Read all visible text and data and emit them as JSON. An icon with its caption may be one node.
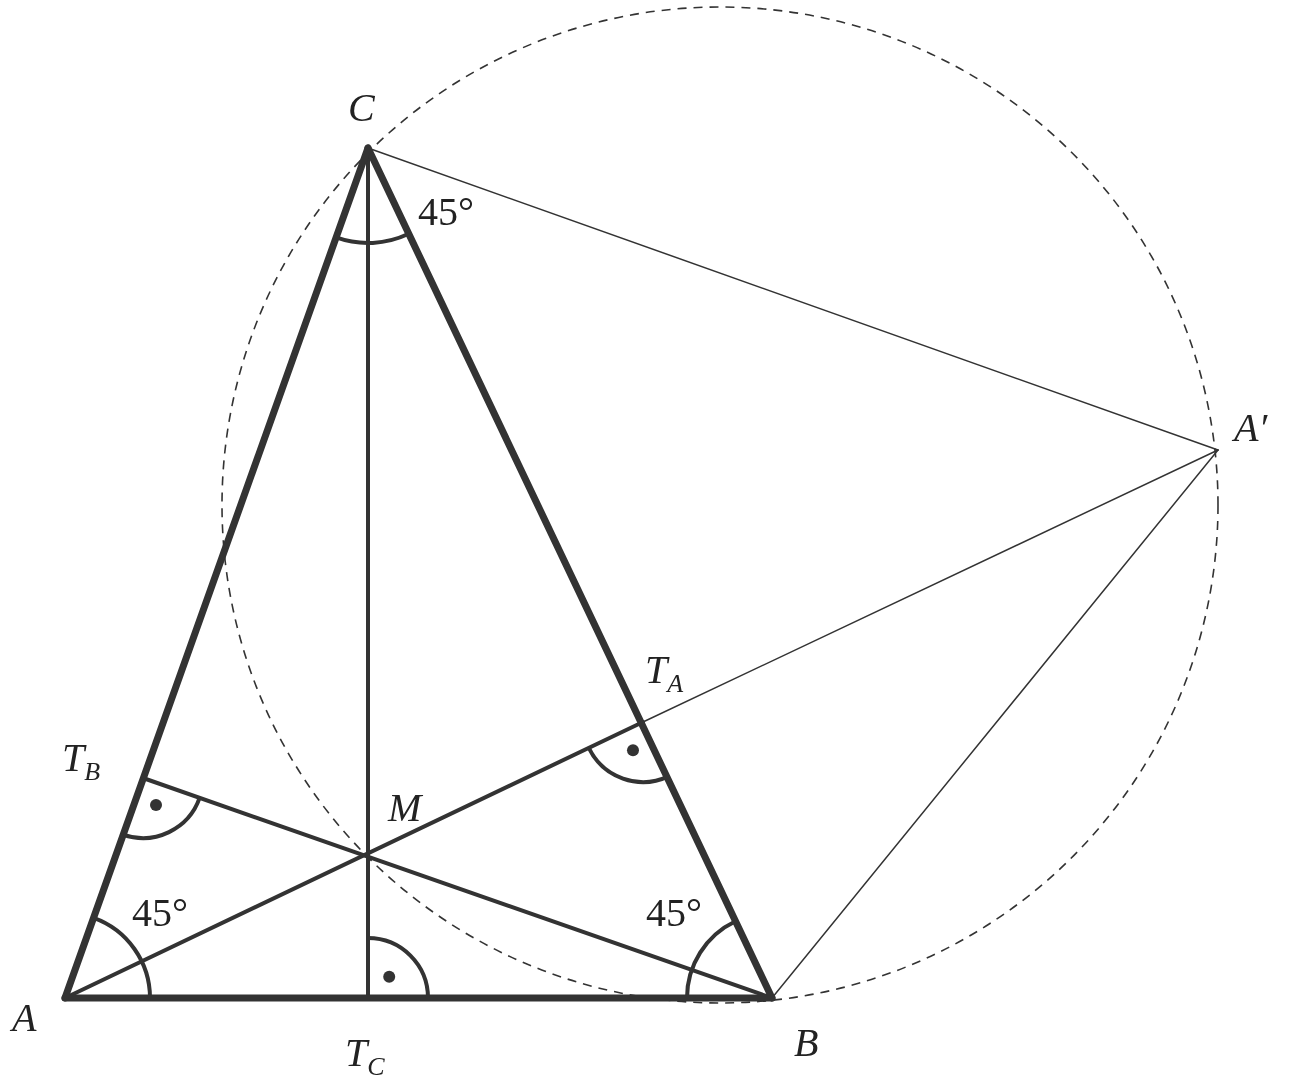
{
  "diagram": {
    "labels": [
      "C",
      "45°",
      "A′",
      "T$_{A}$",
      "T$_{B}$",
      "M",
      "45°",
      "45°",
      "A",
      "B",
      "T$_{C}$"
    ]
  }
}
